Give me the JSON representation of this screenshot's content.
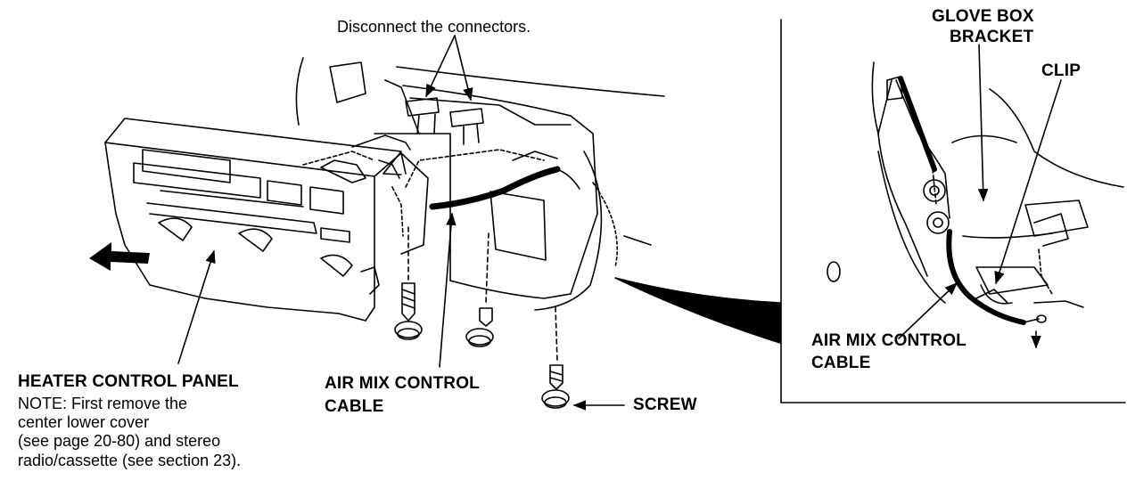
{
  "labels": {
    "disconnect": "Disconnect the connectors.",
    "glove_box_line1": "GLOVE BOX",
    "glove_box_line2": "BRACKET",
    "clip": "CLIP",
    "heater_control_panel": "HEATER CONTROL PANEL",
    "note_line1": "NOTE: First remove the",
    "note_line2": "center lower cover",
    "note_line3": "(see page 20-80) and stereo",
    "note_line4": "radio/cassette (see section 23).",
    "air_mix_left_line1": "AIR MIX CONTROL",
    "air_mix_left_line2": "CABLE",
    "screw": "SCREW",
    "air_mix_right_line1": "AIR MIX CONTROL",
    "air_mix_right_line2": "CABLE"
  }
}
